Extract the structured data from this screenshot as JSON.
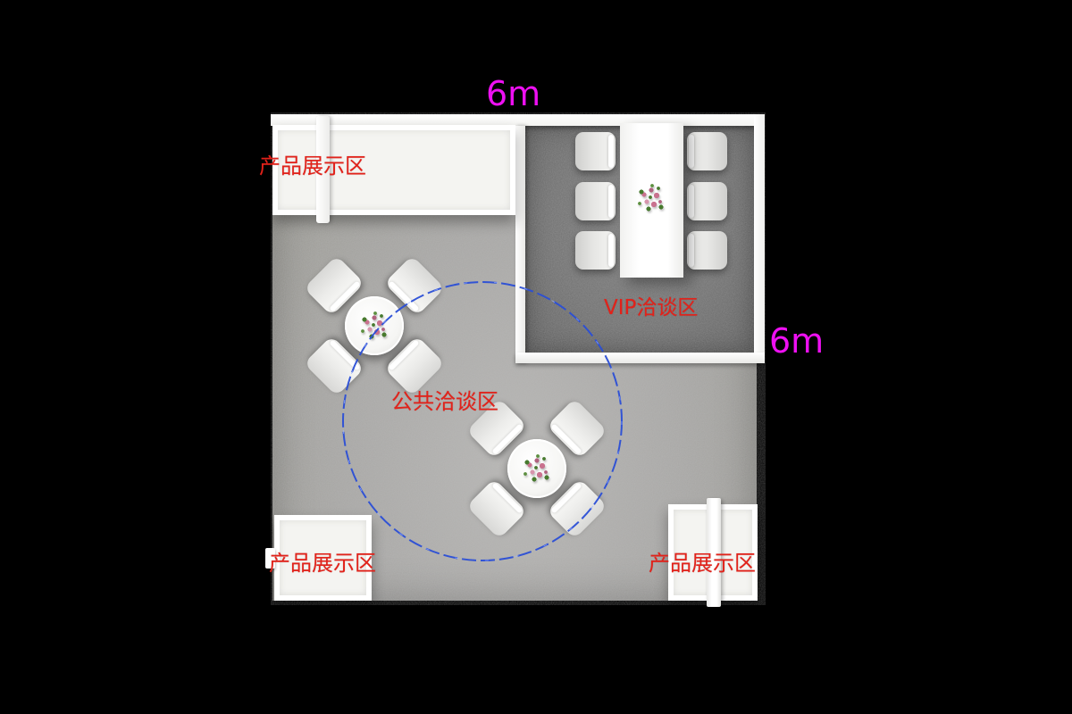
{
  "scene": {
    "description": "Top-down 3D render of a 6m x 6m exhibition booth floor plan on black background",
    "background_color": "#000000",
    "floor_color": "#a8a7a5",
    "carpet_color": "#6f6f6f",
    "wall_color": "#f4f4f2",
    "furniture_color": "#ffffff",
    "label_color": "#e2221a",
    "dimension_color": "#ee10f2",
    "circle_color": "#2a4ed6",
    "flower_pink": "#c9728f",
    "flower_leaf": "#477a2e"
  },
  "dimensions": {
    "top_label": "6m",
    "right_label": "6m"
  },
  "areas": {
    "product_display_label": "产品展示区",
    "vip_label": "VIP洽谈区",
    "public_label": "公共洽谈区"
  },
  "furniture": {
    "vip_chair_count": 6,
    "round_table_count": 2,
    "chairs_per_round_table": 4,
    "display_counter_count": 3
  }
}
